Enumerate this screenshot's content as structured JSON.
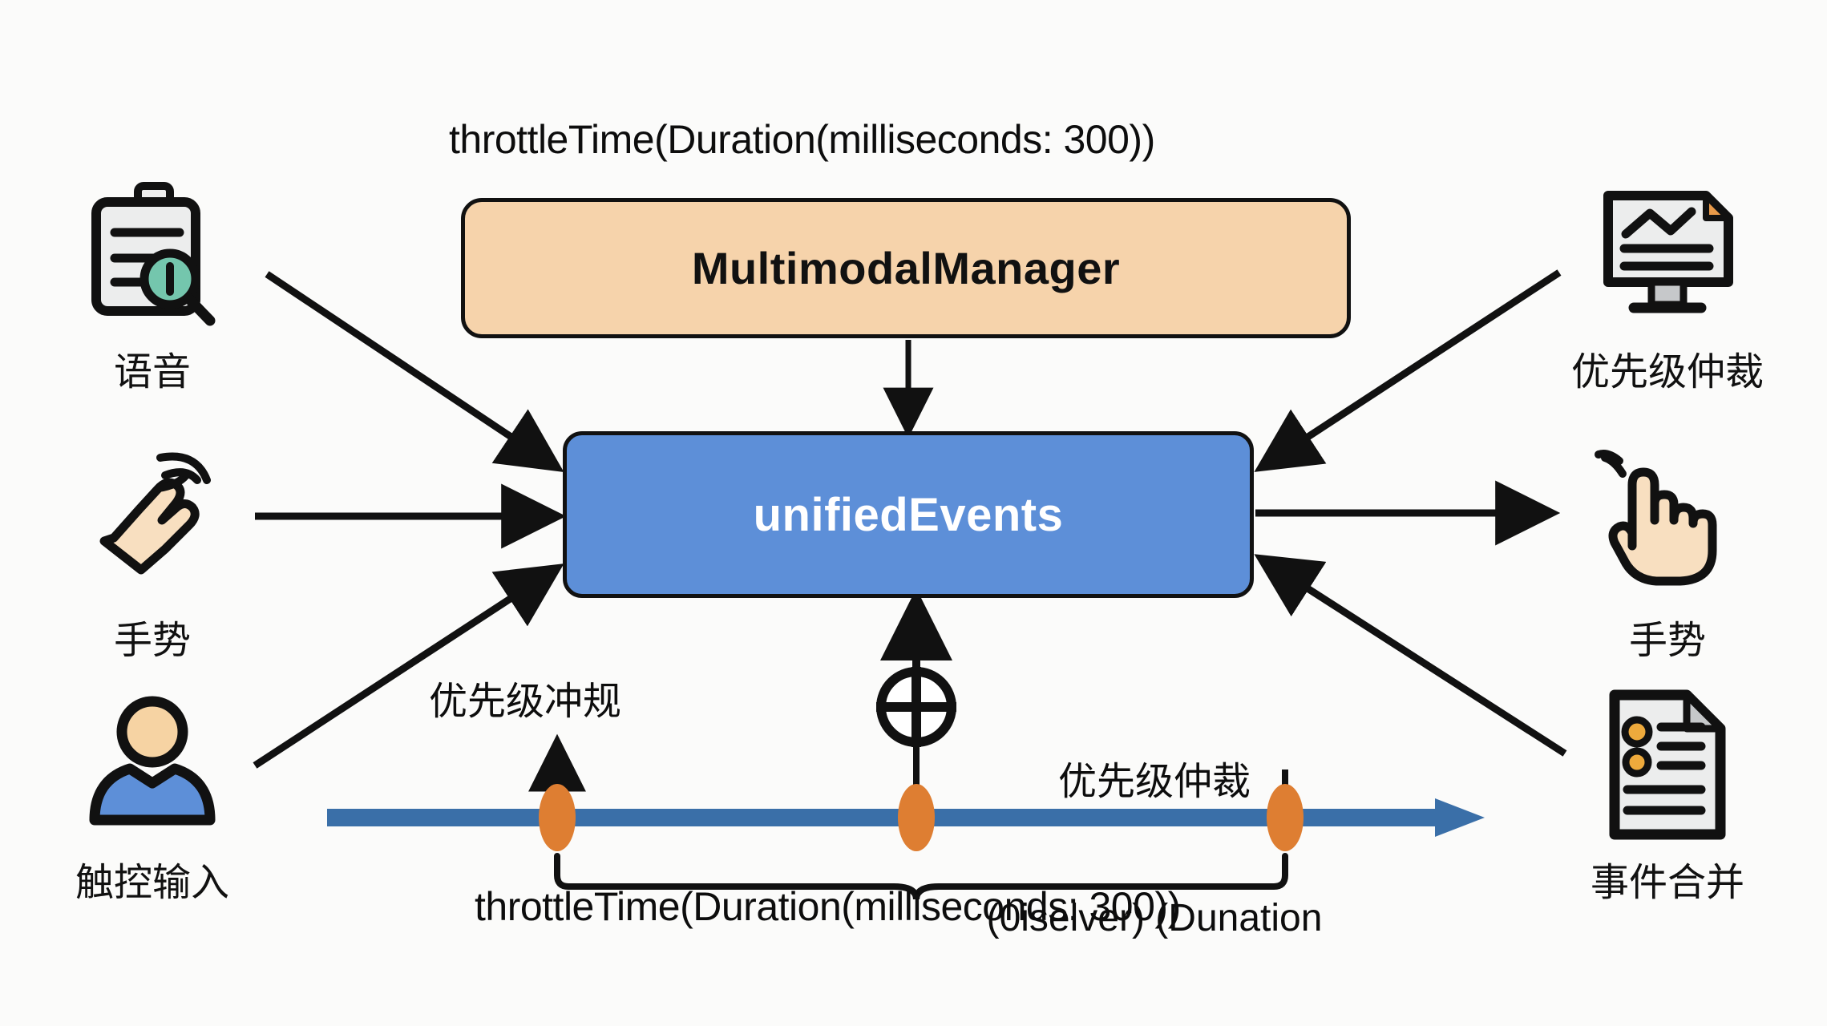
{
  "diagram": {
    "title_labels": {
      "top_throttle": "throttleTime(Duration(milliseconds: 300))",
      "bottom_throttle": "throttleTime(Duration(milliseconds: 300))"
    },
    "boxes": [
      {
        "id": "manager",
        "label": "MultimodalManager",
        "fill": "#f6d3ab",
        "text_color": "#111111"
      },
      {
        "id": "unified",
        "label": "unifiedEvents",
        "fill": "#5d8fd8",
        "text_color": "#ffffff"
      }
    ],
    "inputs": [
      {
        "id": "voice",
        "caption": "语音",
        "icon": "clipboard-search-icon"
      },
      {
        "id": "gesture",
        "caption": "手势",
        "icon": "hand-swipe-icon"
      },
      {
        "id": "touch",
        "caption": "触控输入",
        "icon": "person-icon"
      }
    ],
    "outputs": [
      {
        "id": "arbitration",
        "caption": "优先级仲裁",
        "icon": "monitor-chart-icon"
      },
      {
        "id": "gesture",
        "caption": "手势",
        "icon": "hand-pointer-icon"
      },
      {
        "id": "merge",
        "caption": "事件合并",
        "icon": "document-bullets-icon"
      }
    ],
    "annotations": {
      "priority_conflict": "优先级冲规",
      "arbitration_line1": "优先级仲裁",
      "arbitration_line2": "(0iselver) (Dunation"
    },
    "merge_symbol": "circled-plus-icon",
    "timeline": {
      "line_color": "#3a6fa8",
      "marker_color": "#de7e32",
      "marker_count": 3,
      "direction": "left-to-right"
    },
    "colors": {
      "manager_fill": "#f6d3ab",
      "unified_fill": "#5d8fd8",
      "timeline_blue": "#3a6fa8",
      "marker_orange": "#de7e32",
      "stroke_black": "#111111",
      "teal_accent": "#74c6ad",
      "skin": "#f7dcbe",
      "page_background": "#fbfbfa"
    }
  }
}
